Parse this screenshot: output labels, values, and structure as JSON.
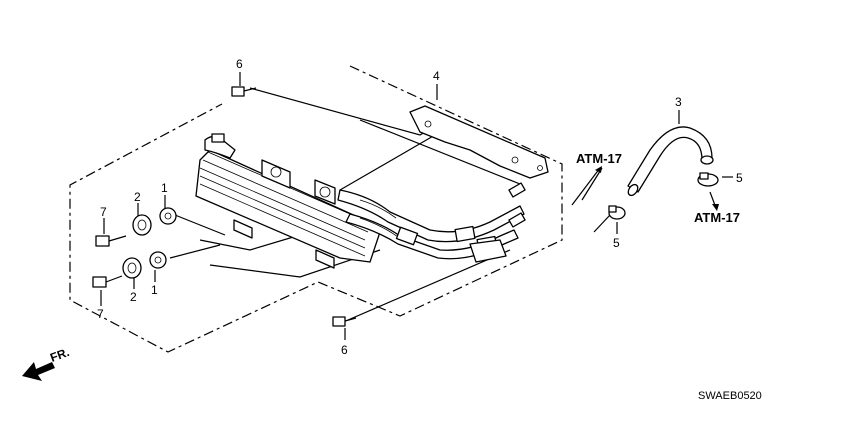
{
  "diagram": {
    "callouts": {
      "c1_top": "1",
      "c1_bottom": "1",
      "c2_top": "2",
      "c2_bottom": "2",
      "c3": "3",
      "c4": "4",
      "c5_right": "5",
      "c5_left": "5",
      "c6_top": "6",
      "c6_bottom": "6",
      "c7_top": "7",
      "c7_bottom": "7"
    },
    "refs": {
      "atm_upper": "ATM-17",
      "atm_lower": "ATM-17"
    },
    "front_indicator": "FR.",
    "diagram_code": "SWAEB0520"
  }
}
